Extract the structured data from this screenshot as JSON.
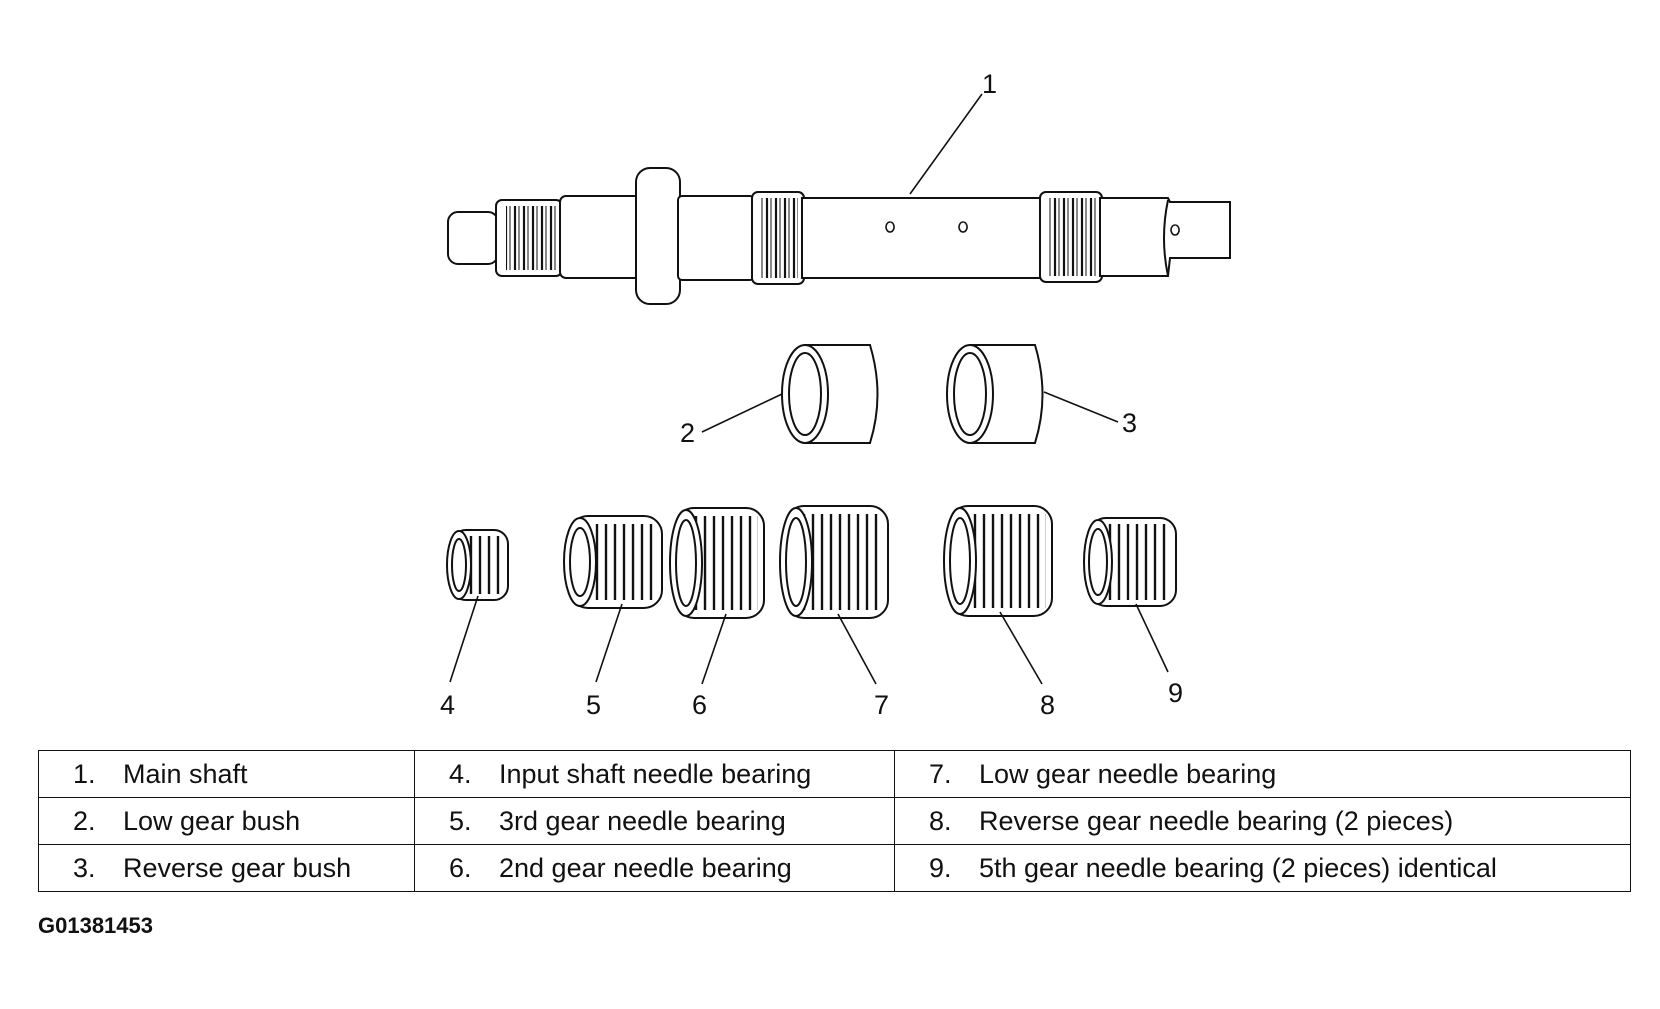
{
  "callouts": [
    "1",
    "2",
    "3",
    "4",
    "5",
    "6",
    "7",
    "8",
    "9"
  ],
  "legend": [
    [
      {
        "num": "1.",
        "text": "Main shaft"
      },
      {
        "num": "4.",
        "text": "Input shaft needle bearing"
      },
      {
        "num": "7.",
        "text": "Low gear needle bearing"
      }
    ],
    [
      {
        "num": "2.",
        "text": "Low gear bush"
      },
      {
        "num": "5.",
        "text": "3rd gear needle bearing"
      },
      {
        "num": "8.",
        "text": "Reverse gear needle bearing (2 pieces)"
      }
    ],
    [
      {
        "num": "3.",
        "text": "Reverse gear bush"
      },
      {
        "num": "6.",
        "text": "2nd gear needle bearing"
      },
      {
        "num": "9.",
        "text": "5th gear needle bearing (2 pieces) identical"
      }
    ]
  ],
  "figure_id": "G01381453"
}
